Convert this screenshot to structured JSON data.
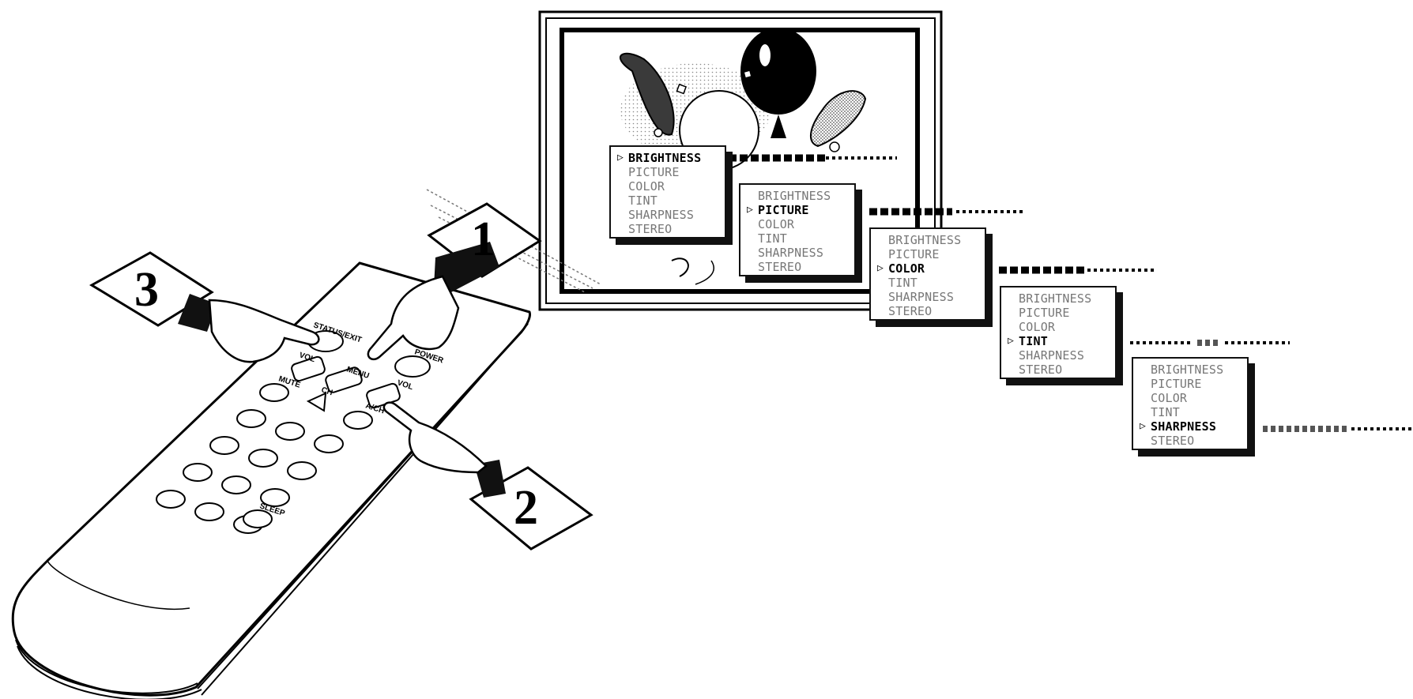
{
  "steps": [
    "1",
    "2",
    "3"
  ],
  "remote": {
    "buttons": {
      "status_exit": "STATUS/EXIT",
      "power": "POWER",
      "menu": "MENU",
      "vol_minus": "VOL",
      "vol_plus": "VOL",
      "mute": "MUTE",
      "ch": "CH",
      "ach": "A/CH",
      "sleep": "SLEEP"
    }
  },
  "menus": [
    {
      "items": [
        "BRIGHTNESS",
        "PICTURE",
        "COLOR",
        "TINT",
        "SHARPNESS",
        "STEREO"
      ],
      "selected": 0
    },
    {
      "items": [
        "BRIGHTNESS",
        "PICTURE",
        "COLOR",
        "TINT",
        "SHARPNESS",
        "STEREO"
      ],
      "selected": 1
    },
    {
      "items": [
        "BRIGHTNESS",
        "PICTURE",
        "COLOR",
        "TINT",
        "SHARPNESS",
        "STEREO"
      ],
      "selected": 2
    },
    {
      "items": [
        "BRIGHTNESS",
        "PICTURE",
        "COLOR",
        "TINT",
        "SHARPNESS",
        "STEREO"
      ],
      "selected": 3
    },
    {
      "items": [
        "BRIGHTNESS",
        "PICTURE",
        "COLOR",
        "TINT",
        "SHARPNESS",
        "STEREO"
      ],
      "selected": 4
    }
  ],
  "pointer_glyph": "▷"
}
